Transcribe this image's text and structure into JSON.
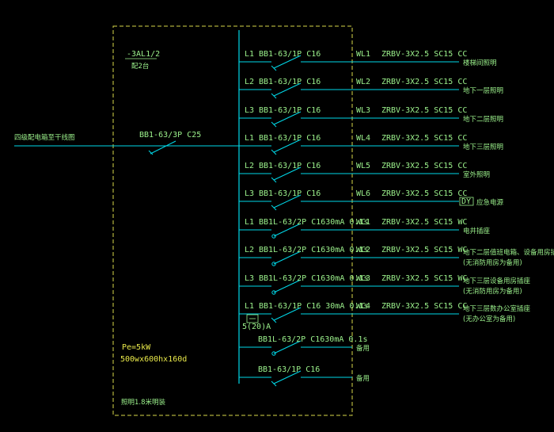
{
  "colors": {
    "background": "#000000",
    "line": "#00d8e8",
    "text": "#9cf28c",
    "text_yellow": "#e9e94a",
    "border": "#d8d84a"
  },
  "panel": {
    "name": "-3AL1/2",
    "subtitle": "配2台",
    "incoming_label": "四级配电箱至干线图",
    "main_breaker": "BB1-63/3P C25",
    "pe": "Pe=5kW",
    "size": "500wx600hx160d",
    "footer": "照明1.8米明装",
    "rcd_note": "5(20)A"
  },
  "circuits": [
    {
      "phase": "L1",
      "breaker": "BB1-63/1P C16",
      "id": "WL1",
      "cable": "ZRBV-3X2.5 SC15 CC",
      "dest": "楼梯间照明",
      "type": "switch"
    },
    {
      "phase": "L2",
      "breaker": "BB1-63/1P C16",
      "id": "WL2",
      "cable": "ZRBV-3X2.5 SC15 CC",
      "dest": "地下一层照明",
      "type": "switch"
    },
    {
      "phase": "L3",
      "breaker": "BB1-63/1P C16",
      "id": "WL3",
      "cable": "ZRBV-3X2.5 SC15 CC",
      "dest": "地下二层照明",
      "type": "switch"
    },
    {
      "phase": "L1",
      "breaker": "BB1-63/1P C16",
      "id": "WL4",
      "cable": "ZRBV-3X2.5 SC15 CC",
      "dest": "地下三层照明",
      "type": "switch"
    },
    {
      "phase": "L2",
      "breaker": "BB1-63/1P C16",
      "id": "WL5",
      "cable": "ZRBV-3X2.5 SC15 CC",
      "dest": "室外照明",
      "type": "switch"
    },
    {
      "phase": "L3",
      "breaker": "BB1-63/1P C16",
      "id": "WL6",
      "cable": "ZRBV-3X2.5 SC15 CC",
      "dest": "应急电源",
      "type": "switch",
      "tag": "DY"
    },
    {
      "phase": "L1",
      "breaker": "BB1L-63/2P C1630mA 0.1s",
      "id": "WC1",
      "cable": "ZRBV-3X2.5 SC15 WC",
      "dest": "电井插座",
      "type": "rcd"
    },
    {
      "phase": "L2",
      "breaker": "BB1L-63/2P C1630mA 0.1s",
      "id": "WC2",
      "cable": "ZRBV-3X2.5 SC15 WC",
      "dest": "地下二层值班电箱、设备用房插座",
      "dest2": "(无消防用房为备用)",
      "type": "rcd"
    },
    {
      "phase": "L3",
      "breaker": "BB1L-63/2P C1630mA 0.1s",
      "id": "WC3",
      "cable": "ZRBV-3X2.5 SC15 WC",
      "dest": "地下三层设备用房插座",
      "dest2": "(无消防用房为备用)",
      "type": "rcd"
    },
    {
      "phase": "L1",
      "breaker": "BB1-63/1P C16  30mA 0.1s",
      "id": "WC4",
      "cable": "ZRBV-3X2.5 SC15 CC",
      "dest": "地下三层数办公室插座",
      "dest2": "(无办公室为备用)",
      "type": "meter"
    },
    {
      "phase": "",
      "breaker": "BB1L-63/2P C1630mA 0.1s",
      "id": "",
      "cable": "",
      "dest": "备用",
      "type": "rcd-spare"
    },
    {
      "phase": "",
      "breaker": "BB1-63/1P C16",
      "id": "",
      "cable": "",
      "dest": "备用",
      "type": "switch-spare"
    }
  ]
}
